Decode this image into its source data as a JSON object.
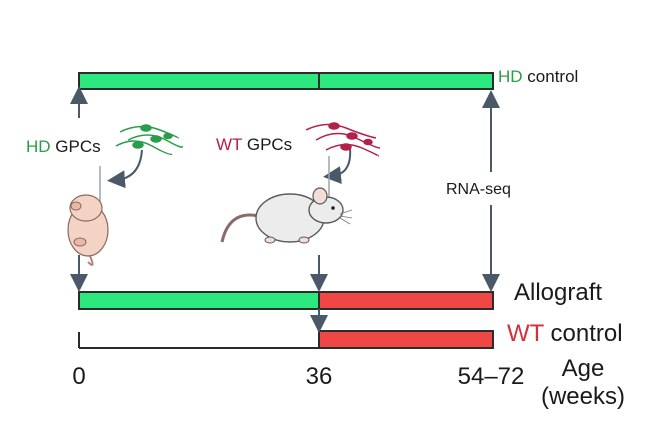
{
  "colors": {
    "hd_bar": "#2de87f",
    "wt_bar": "#ef4646",
    "hd_text": "#2a9d4a",
    "wt_gpc_text": "#b3204a",
    "wt_control_text": "#d0323a",
    "line": "#2b2b2b",
    "arrow": "#4a5868"
  },
  "labels": {
    "hd_control_prefix": "HD",
    "hd_control_suffix": " control",
    "hd_gpcs_prefix": "HD",
    "hd_gpcs_suffix": " GPCs",
    "wt_gpcs_prefix": "WT",
    "wt_gpcs_suffix": " GPCs",
    "rnaseq": "RNA-seq",
    "allograft": "Allograft",
    "wt_control_prefix": "WT",
    "wt_control_suffix": " control",
    "tick_0": "0",
    "tick_36": "36",
    "tick_end": "54–72",
    "axis_title_line1": "Age",
    "axis_title_line2": "(weeks)"
  },
  "icons": {
    "hd_cells": "neuron-cells-icon",
    "wt_cells": "neuron-cells-icon",
    "pup": "newborn-mouse-icon",
    "adult": "adult-mouse-icon"
  }
}
